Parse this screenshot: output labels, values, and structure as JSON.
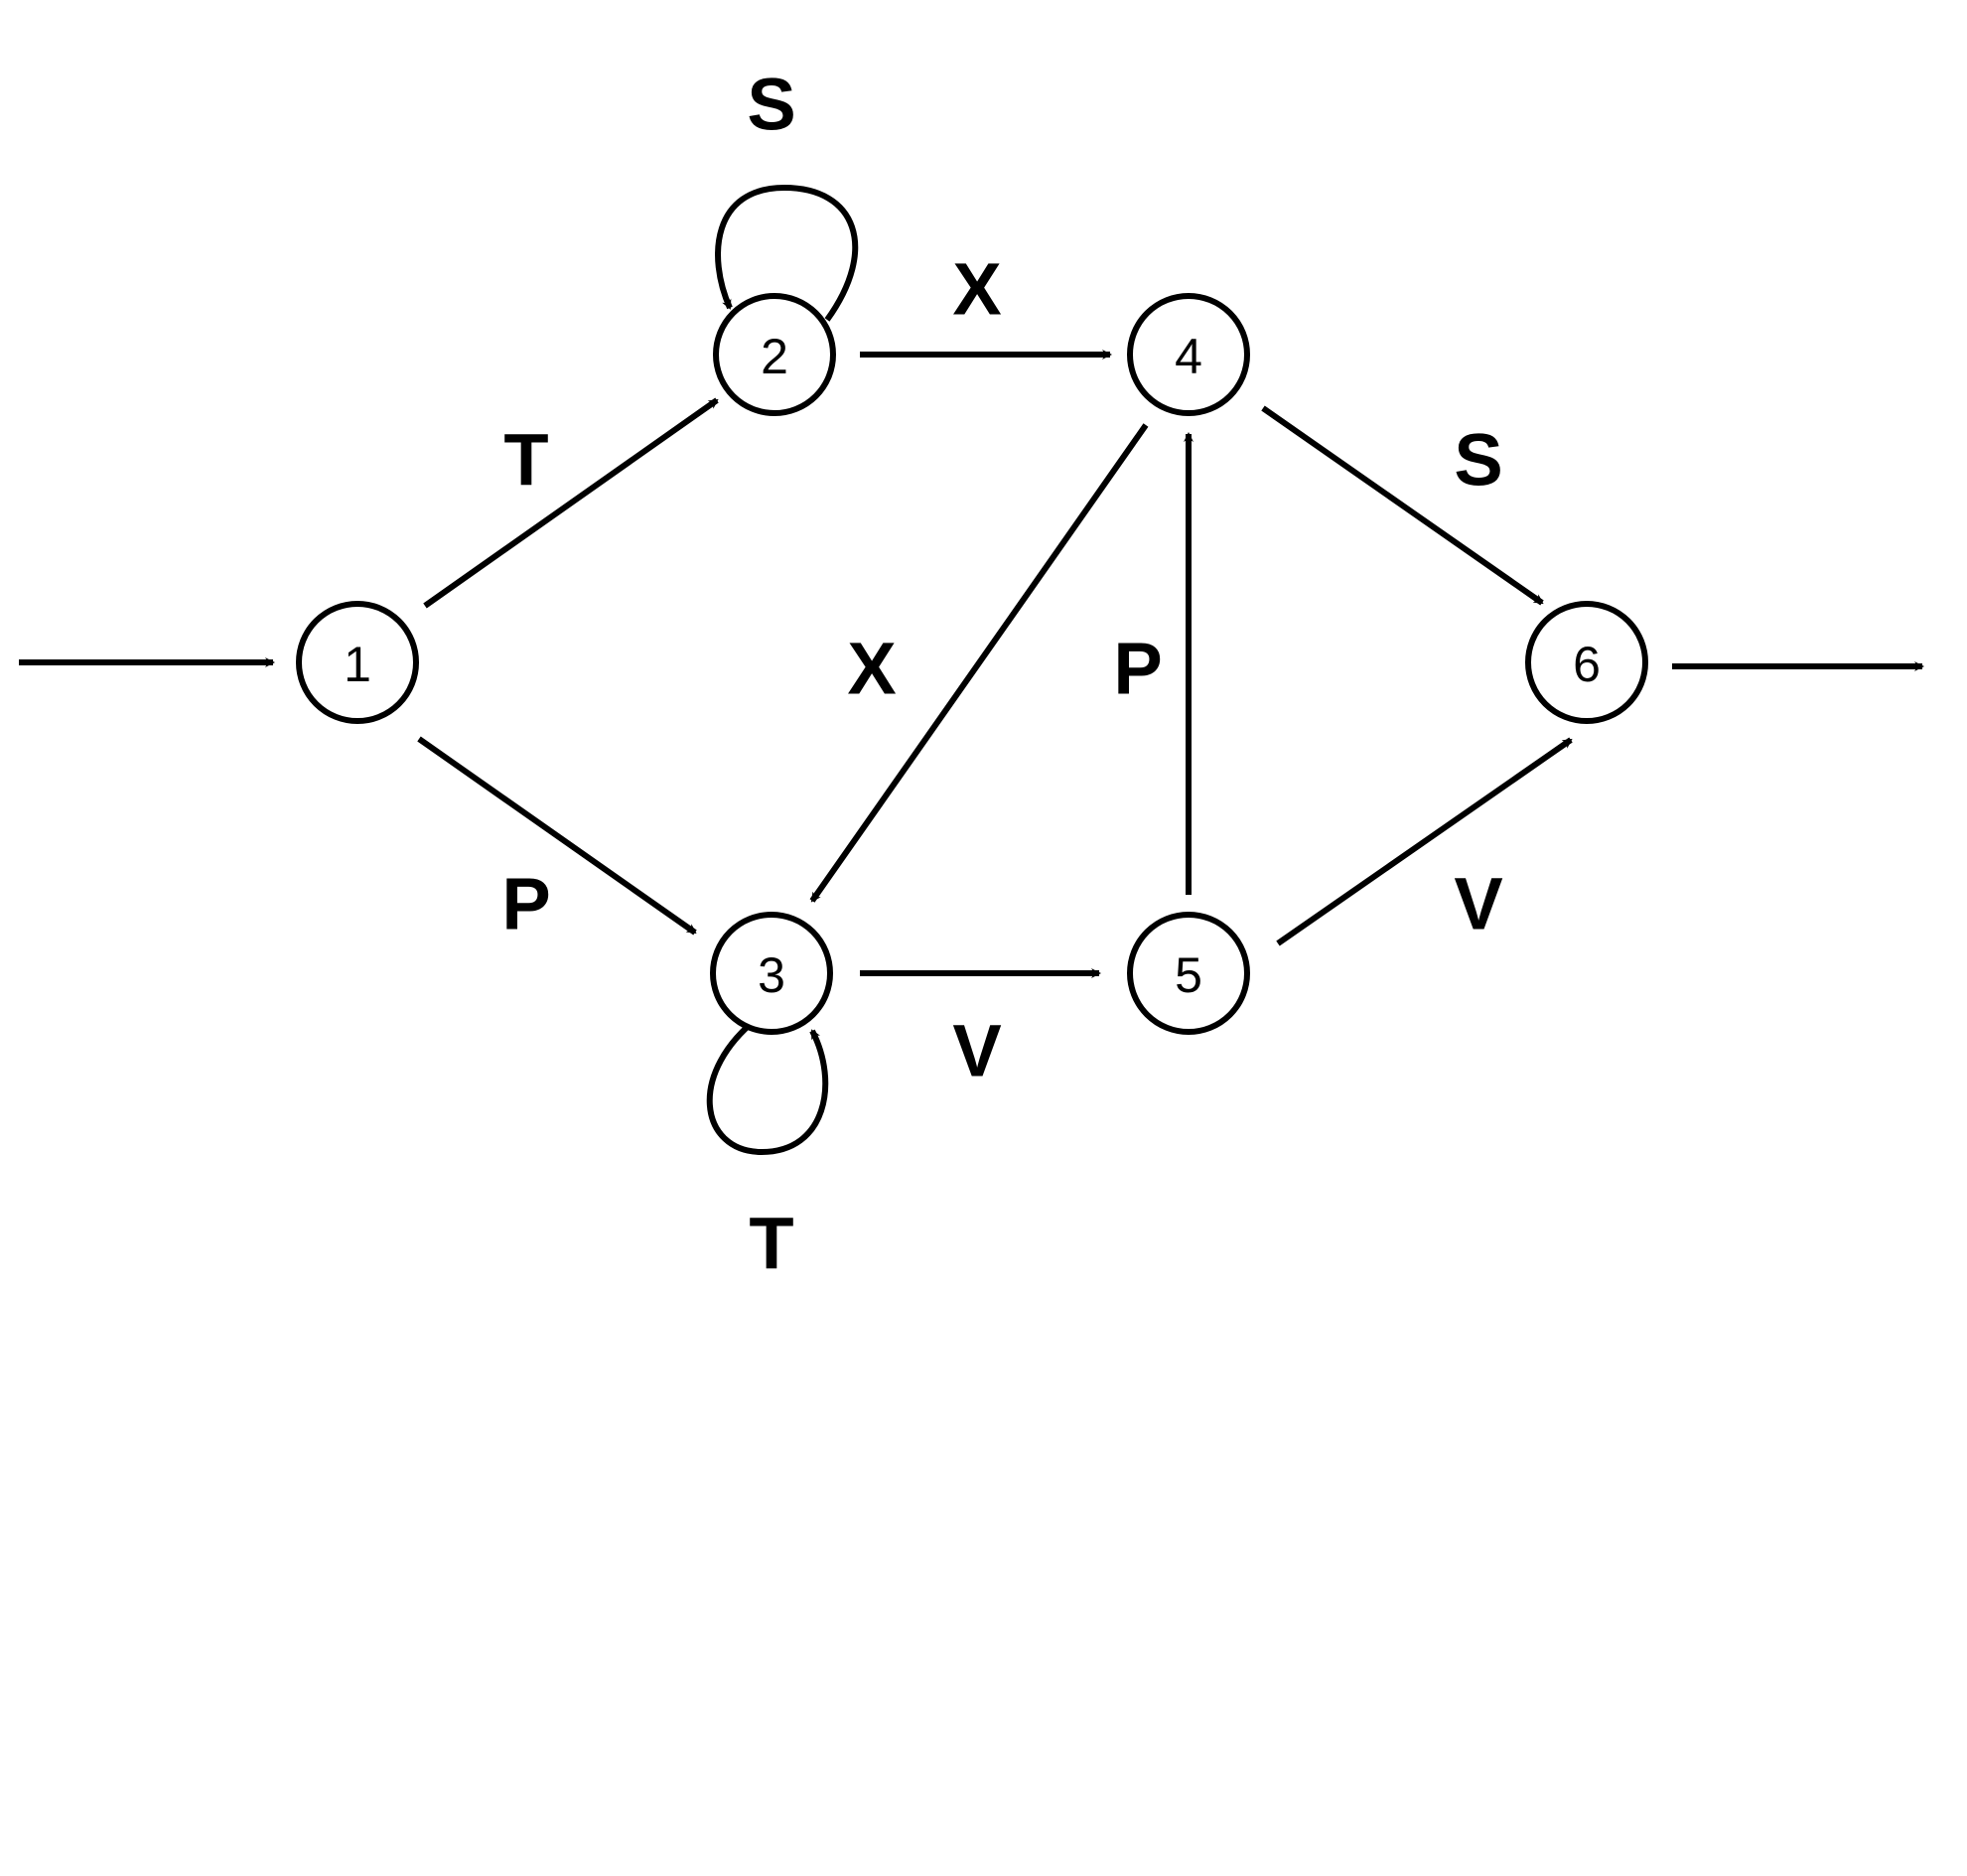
{
  "diagram": {
    "type": "state-transition-graph",
    "nodes": [
      {
        "id": "1",
        "label": "1"
      },
      {
        "id": "2",
        "label": "2"
      },
      {
        "id": "3",
        "label": "3"
      },
      {
        "id": "4",
        "label": "4"
      },
      {
        "id": "5",
        "label": "5"
      },
      {
        "id": "6",
        "label": "6"
      }
    ],
    "edges": [
      {
        "from": "start",
        "to": "1",
        "label": ""
      },
      {
        "from": "1",
        "to": "2",
        "label": "T"
      },
      {
        "from": "1",
        "to": "3",
        "label": "P"
      },
      {
        "from": "2",
        "to": "2",
        "label": "S"
      },
      {
        "from": "2",
        "to": "4",
        "label": "X"
      },
      {
        "from": "3",
        "to": "3",
        "label": "T"
      },
      {
        "from": "3",
        "to": "5",
        "label": "V"
      },
      {
        "from": "4",
        "to": "3",
        "label": "X"
      },
      {
        "from": "4",
        "to": "6",
        "label": "S"
      },
      {
        "from": "5",
        "to": "4",
        "label": "P"
      },
      {
        "from": "5",
        "to": "6",
        "label": "V"
      },
      {
        "from": "6",
        "to": "end",
        "label": ""
      }
    ]
  }
}
